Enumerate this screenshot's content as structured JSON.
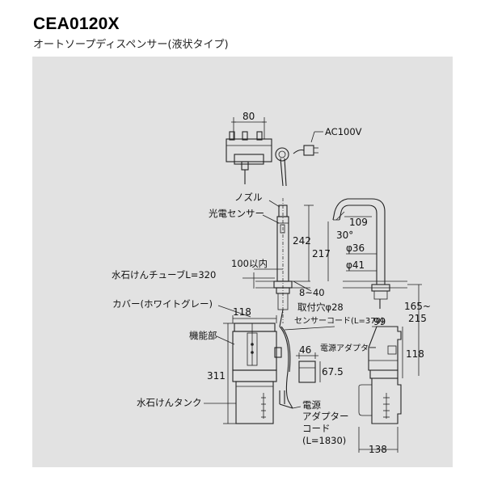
{
  "header": {
    "model": "CEA0120X",
    "subtitle": "オートソープディスペンサー(液状タイプ)"
  },
  "labels": {
    "ac": "AC100V",
    "nozzle": "ノズル",
    "sensor": "光電センサー",
    "tube": "水石けんチューブL=320",
    "cover": "カバー(ホワイトグレー)",
    "function_unit": "機能部",
    "tank": "水石けんタンク",
    "mount_hole": "取付穴φ28",
    "sensor_cord": "センサーコード(L=370)",
    "power_adapter": "電源アダプター",
    "adapter_cord_1": "電源",
    "adapter_cord_2": "アダプター",
    "adapter_cord_3": "コード",
    "adapter_cord_4": "(L=1830)"
  },
  "dimensions": {
    "d80": "80",
    "d242": "242",
    "d100": "100以内",
    "d8_40": "8~40",
    "d118_top": "118",
    "d311": "311",
    "d46": "46",
    "d67_5": "67.5",
    "d109": "109",
    "d30": "30°",
    "d217": "217",
    "d36": "φ36",
    "d41": "φ41",
    "d165_1": "165~",
    "d165_2": "215",
    "d99": "99",
    "d118_side": "118",
    "d138": "138"
  }
}
